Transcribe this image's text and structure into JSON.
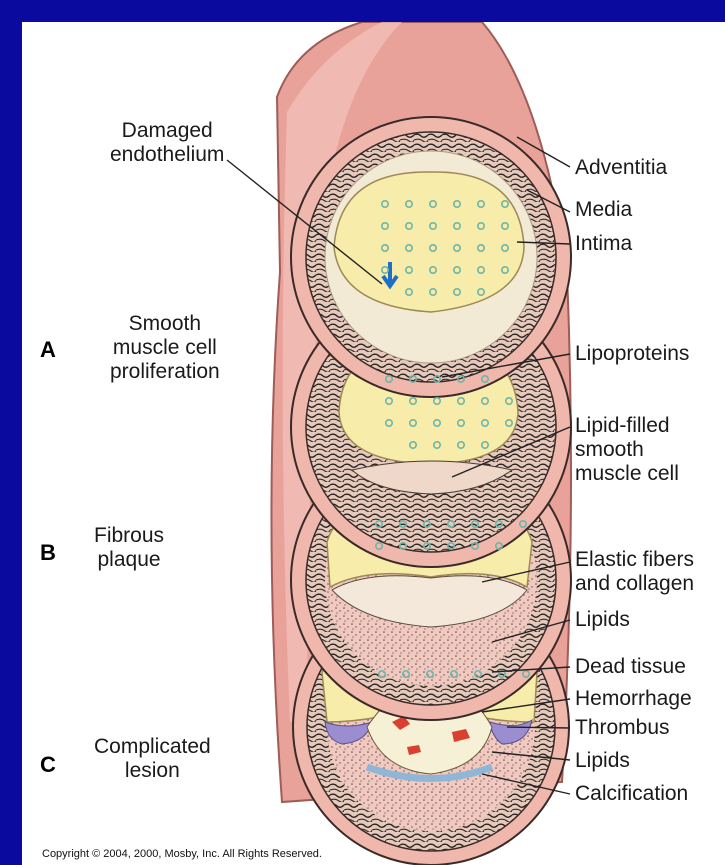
{
  "left_labels": {
    "damaged_endothelium": "Damaged\nendothelium",
    "stage_a_text": "Smooth\nmuscle cell\nproliferation",
    "stage_b_text": "Fibrous\nplaque",
    "stage_c_text": "Complicated\nlesion"
  },
  "stage_letters": {
    "a": "A",
    "b": "B",
    "c": "C"
  },
  "right_labels": {
    "adventitia": "Adventitia",
    "media": "Media",
    "intima": "Intima",
    "lipoproteins": "Lipoproteins",
    "lipid_filled_cell": "Lipid-filled\nsmooth\nmuscle cell",
    "elastic_fibers": "Elastic fibers\nand collagen",
    "lipids_b": "Lipids",
    "dead_tissue": "Dead tissue",
    "hemorrhage": "Hemorrhage",
    "thrombus": "Thrombus",
    "lipids_c": "Lipids",
    "calcification": "Calcification"
  },
  "copyright": "Copyright © 2004, 2000, Mosby, Inc. All Rights Reserved.",
  "colors": {
    "background": "#0a0a9e",
    "vessel_wall": "#e8a8a0",
    "lumen": "#f7ecaa",
    "dots": "#6fb5a8",
    "arrow": "#1d6fc9",
    "thrombus": "#9b8ed0",
    "hemorrhage": "#d9402f"
  }
}
